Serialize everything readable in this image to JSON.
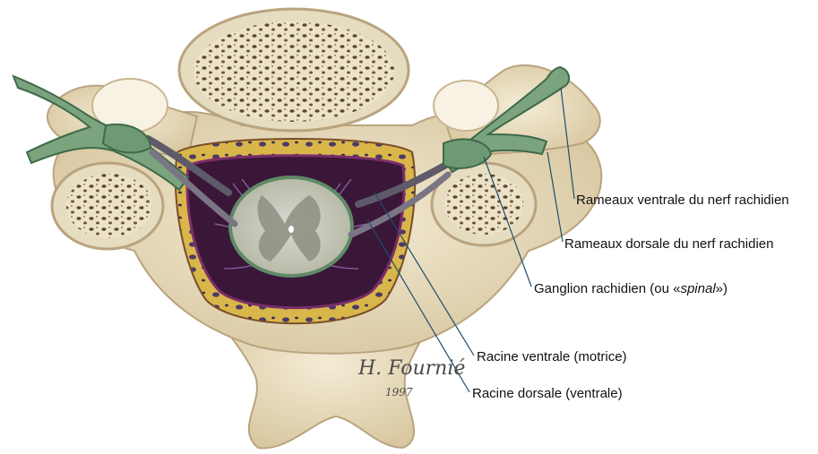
{
  "labels": {
    "rameaux_ventrale": "Rameaux ventrale du nerf rachidien",
    "rameaux_dorsale": "Rameaux dorsale du nerf rachidien",
    "ganglion_prefix": "Ganglion rachidien (ou «",
    "ganglion_italic": "spinal",
    "ganglion_suffix": "»)",
    "racine_ventrale": "Racine ventrale (motrice)",
    "racine_dorsale": "Racine dorsale (ventrale)"
  },
  "signature": {
    "name": "H. Fournié",
    "year": "1997"
  },
  "colors": {
    "bone": "#ece2c8",
    "bone_shadow": "#c9b68f",
    "marrow_dots": "#5a4630",
    "fat": "#d9b64a",
    "nerve_green": "#7aa37e",
    "nerve_dark": "#3e6a4a",
    "dura_purple": "#4a1d4a",
    "cord_grey": "#9a9a9a",
    "leader_line": "#1f4f6e"
  }
}
